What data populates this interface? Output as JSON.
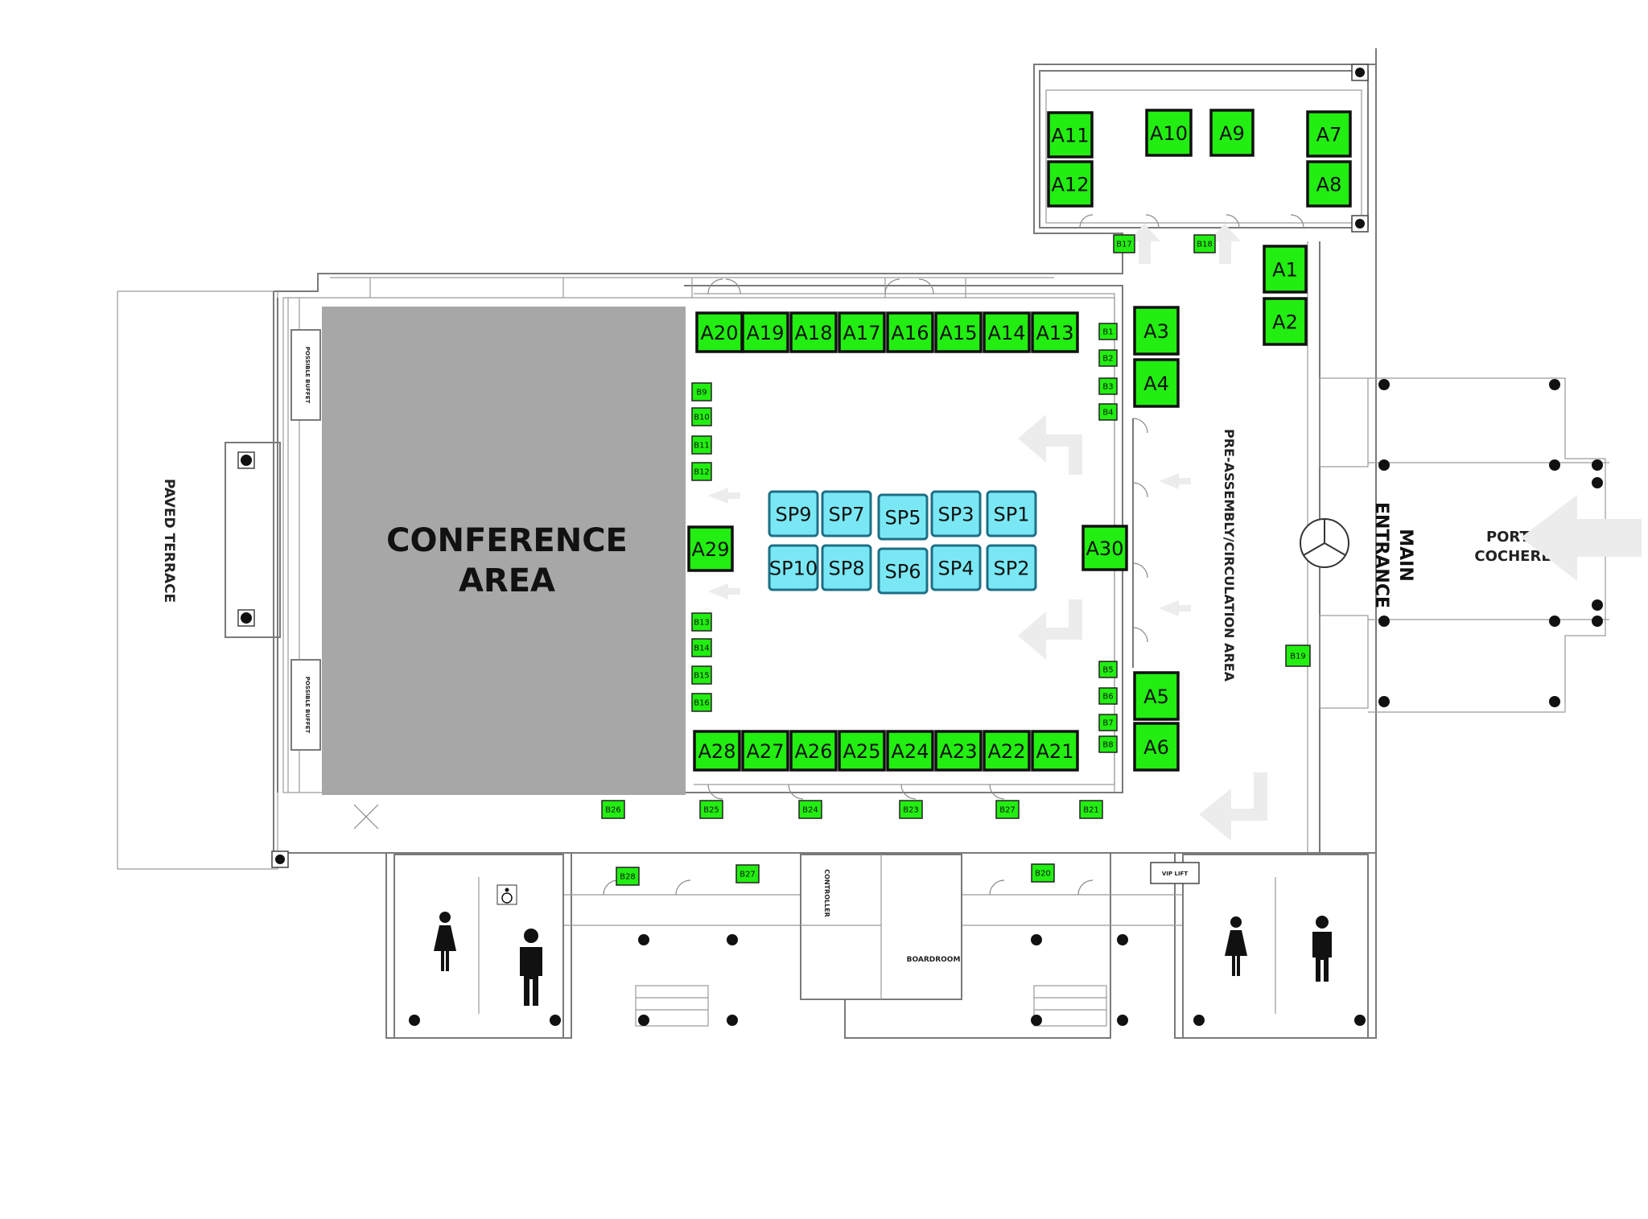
{
  "labels": {
    "conference_area_line1": "CONFERENCE",
    "conference_area_line2": "AREA",
    "paved_terrace": "PAVED TERRACE",
    "pre_assembly": "PRE-ASSEMBLY/CIRCULATION AREA",
    "main_entrance_line1": "MAIN",
    "main_entrance_line2": "ENTRANCE",
    "porte_cochere_line1": "PORTE",
    "porte_cochere_line2": "COCHERE",
    "possible_buffet_top": "POSSIBLE BUFFET",
    "possible_buffet_bottom": "POSSIBLE BUFFET",
    "controller": "CONTROLLER",
    "boardroom": "BOARDROOM",
    "vip_lift": "VIP LIFT"
  },
  "booths_a": [
    "A1",
    "A2",
    "A3",
    "A4",
    "A5",
    "A6",
    "A7",
    "A8",
    "A9",
    "A10",
    "A11",
    "A12",
    "A13",
    "A14",
    "A15",
    "A16",
    "A17",
    "A18",
    "A19",
    "A20",
    "A21",
    "A22",
    "A23",
    "A24",
    "A25",
    "A26",
    "A27",
    "A28",
    "A29",
    "A30"
  ],
  "booths_b": [
    "B1",
    "B2",
    "B3",
    "B4",
    "B5",
    "B6",
    "B7",
    "B8",
    "B9",
    "B10",
    "B11",
    "B12",
    "B13",
    "B14",
    "B15",
    "B16",
    "B17",
    "B18",
    "B19",
    "B20",
    "B21",
    "B27",
    "B23",
    "B24",
    "B25",
    "B26",
    "B27",
    "B28"
  ],
  "booths_sp": [
    "SP1",
    "SP2",
    "SP3",
    "SP4",
    "SP5",
    "SP6",
    "SP7",
    "SP8",
    "SP9",
    "SP10"
  ],
  "colors": {
    "booth_green": "#22ee11",
    "booth_sp": "#7ae8f4",
    "conference_area": "#a7a7a7",
    "arrow": "#ececec"
  },
  "icons": [
    "woman-restroom-icon",
    "man-restroom-icon",
    "wheelchair-accessible-icon",
    "revolving-door-icon",
    "direction-arrow-icon",
    "column-icon"
  ]
}
